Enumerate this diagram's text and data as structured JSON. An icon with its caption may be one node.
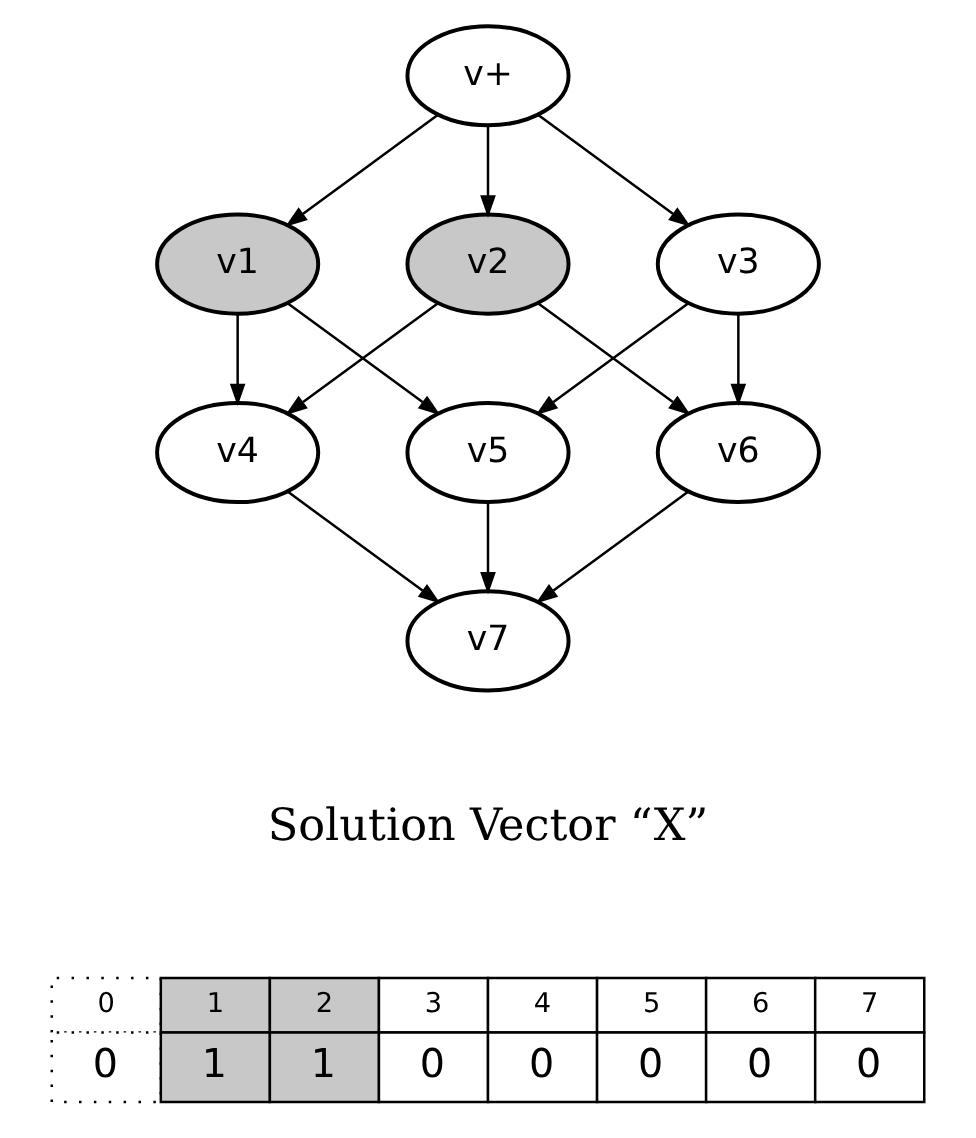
{
  "diagram": {
    "nodes": [
      {
        "text": [
          "v+"
        ]
      },
      {
        "text": [
          "v1"
        ]
      },
      {
        "text": [
          "v2"
        ]
      },
      {
        "text": [
          "v3"
        ]
      },
      {
        "text": [
          "v4"
        ]
      },
      {
        "text": [
          "v5"
        ]
      },
      {
        "text": [
          "v6"
        ]
      },
      {
        "text": [
          "v7"
        ]
      }
    ],
    "edges": [
      {
        "from": 0,
        "to": 1,
        "arrow": "to"
      },
      {
        "from": 0,
        "to": 2,
        "arrow": "to"
      },
      {
        "from": 0,
        "to": 3,
        "arrow": "to"
      },
      {
        "from": 1,
        "to": 4,
        "arrow": "to"
      },
      {
        "from": 1,
        "to": 5,
        "arrow": "to"
      },
      {
        "from": 2,
        "to": 4,
        "arrow": "to"
      },
      {
        "from": 2,
        "to": 6,
        "arrow": "to"
      },
      {
        "from": 3,
        "to": 5,
        "arrow": "to"
      },
      {
        "from": 3,
        "to": 6,
        "arrow": "to"
      },
      {
        "from": 4,
        "to": 7,
        "arrow": "to"
      },
      {
        "from": 5,
        "to": 7,
        "arrow": "to"
      },
      {
        "from": 6,
        "to": 7,
        "arrow": "to"
      }
    ],
    "labels": [
      "Solution Vector “X”",
      "0",
      "1",
      "2",
      "3",
      "4",
      "5",
      "6",
      "7",
      "0",
      "1",
      "1",
      "0",
      "0",
      "0",
      "0",
      "0"
    ]
  }
}
